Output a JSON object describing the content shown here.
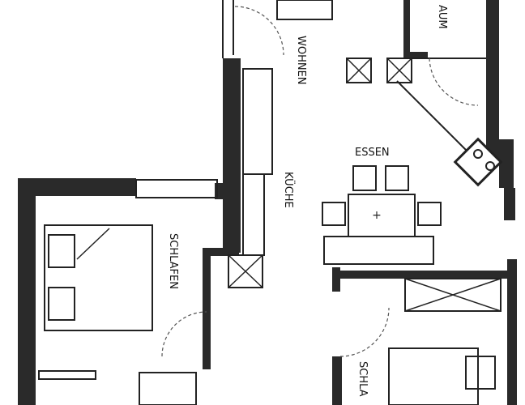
{
  "plan": {
    "rooms": {
      "wohnen": "WOHNEN",
      "kueche": "KÜCHE",
      "essen": "ESSEN",
      "schlafen": "SCHLAFEN",
      "schlafen_2": "SCHLA",
      "raum": "AUM"
    },
    "colors": {
      "wall": "#2a2a2a",
      "line": "#222222",
      "background": "#ffffff"
    }
  }
}
